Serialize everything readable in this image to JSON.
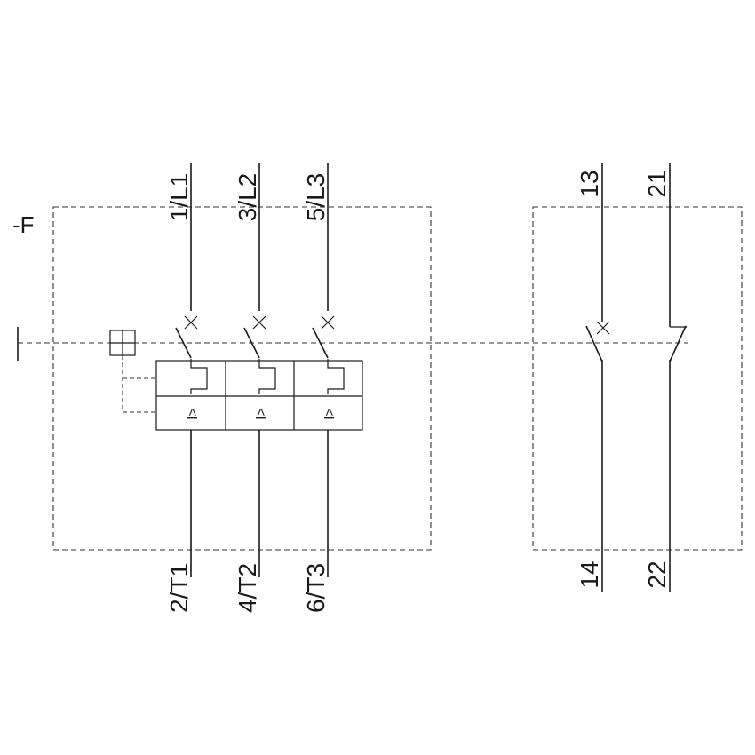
{
  "device_tag": "-F",
  "main_poles": [
    {
      "line": "1/L1",
      "load": "2/T1",
      "trip_symbol": "I>"
    },
    {
      "line": "3/L2",
      "load": "4/T2",
      "trip_symbol": "I>"
    },
    {
      "line": "5/L3",
      "load": "6/T3",
      "trip_symbol": "I>"
    }
  ],
  "aux_contacts": [
    {
      "type": "NO",
      "top": "13",
      "bottom": "14"
    },
    {
      "type": "NC",
      "top": "21",
      "bottom": "22"
    }
  ]
}
